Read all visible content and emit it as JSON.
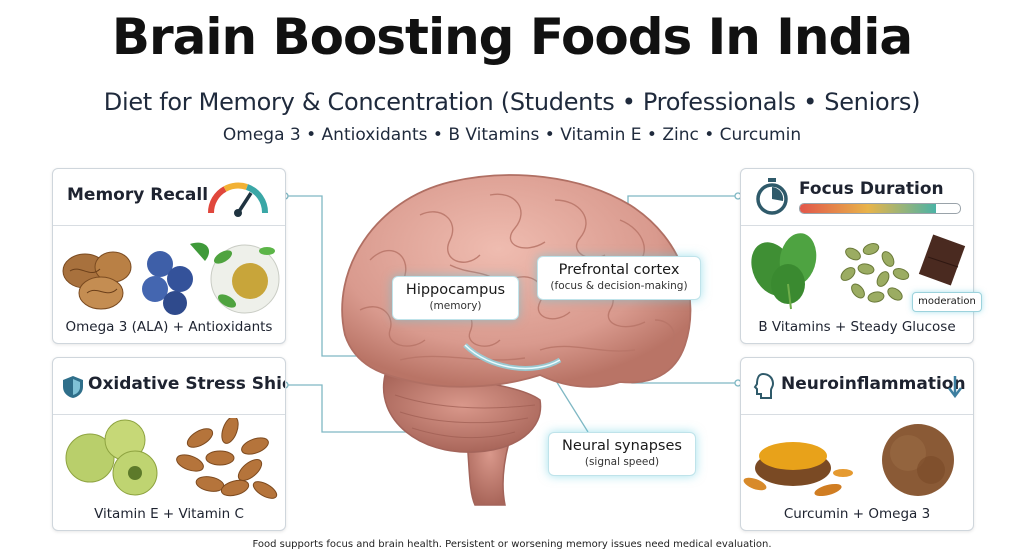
{
  "header": {
    "title": "Brain Boosting Foods In India",
    "subtitle": "Diet for Memory & Concentration (Students • Professionals • Seniors)",
    "nutrients": "Omega 3 • Antioxidants • B Vitamins • Vitamin E • Zinc • Curcumin"
  },
  "cards": {
    "memory": {
      "title": "Memory Recall",
      "caption": "Omega 3 (ALA) + Antioxidants",
      "icon": "gauge-icon"
    },
    "oxidative": {
      "title": "Oxidative Stress Shield",
      "caption": "Vitamin E + Vitamin C",
      "icon": "shield-icon"
    },
    "focus": {
      "title": "Focus Duration",
      "caption": "B Vitamins + Steady Glucose",
      "icon": "stopwatch-icon",
      "bar_level": 0.85,
      "badge": "moderation"
    },
    "neuro": {
      "title": "Neuroinflammation",
      "caption": "Curcumin + Omega 3",
      "icon": "head-icon",
      "trend": "down-arrow-icon"
    }
  },
  "brain_labels": {
    "hippocampus": {
      "main": "Hippocampus",
      "sub": "(memory)"
    },
    "prefrontal": {
      "main": "Prefrontal cortex",
      "sub": "(focus & decision-making)"
    },
    "synapses": {
      "main": "Neural synapses",
      "sub": "(signal speed)"
    }
  },
  "footer": "Food supports focus and brain health. Persistent or worsening memory issues need medical evaluation.",
  "colors": {
    "accent": "#5bc5d6",
    "title": "#111111",
    "brain": "#d99a8e"
  }
}
